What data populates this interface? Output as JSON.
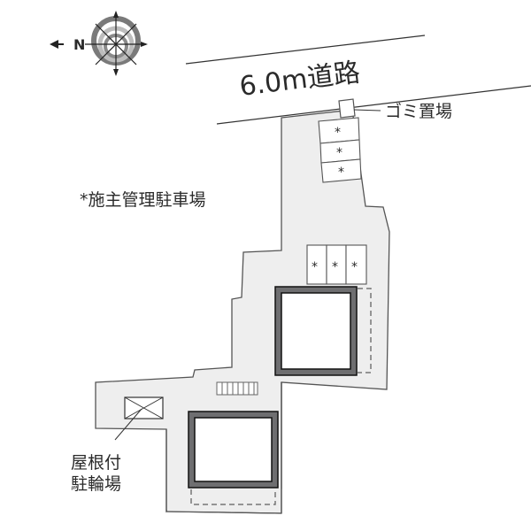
{
  "compass": {
    "north_label": "N",
    "direction": "left"
  },
  "road": {
    "label": "6.0m道路"
  },
  "labels": {
    "garbage": "ゴミ置場",
    "owner_parking": "*施主管理駐車場",
    "bike_parking_line1": "屋根付",
    "bike_parking_line2": "駐輪場"
  },
  "parking_spaces": {
    "marker": "*",
    "column_count": 3,
    "row_count": 3
  },
  "colors": {
    "lot_fill": "#eeeeee",
    "outline": "#555555",
    "building_wall": "#6e6e70",
    "building_inner": "#ffffff",
    "text": "#2a2a2a"
  }
}
